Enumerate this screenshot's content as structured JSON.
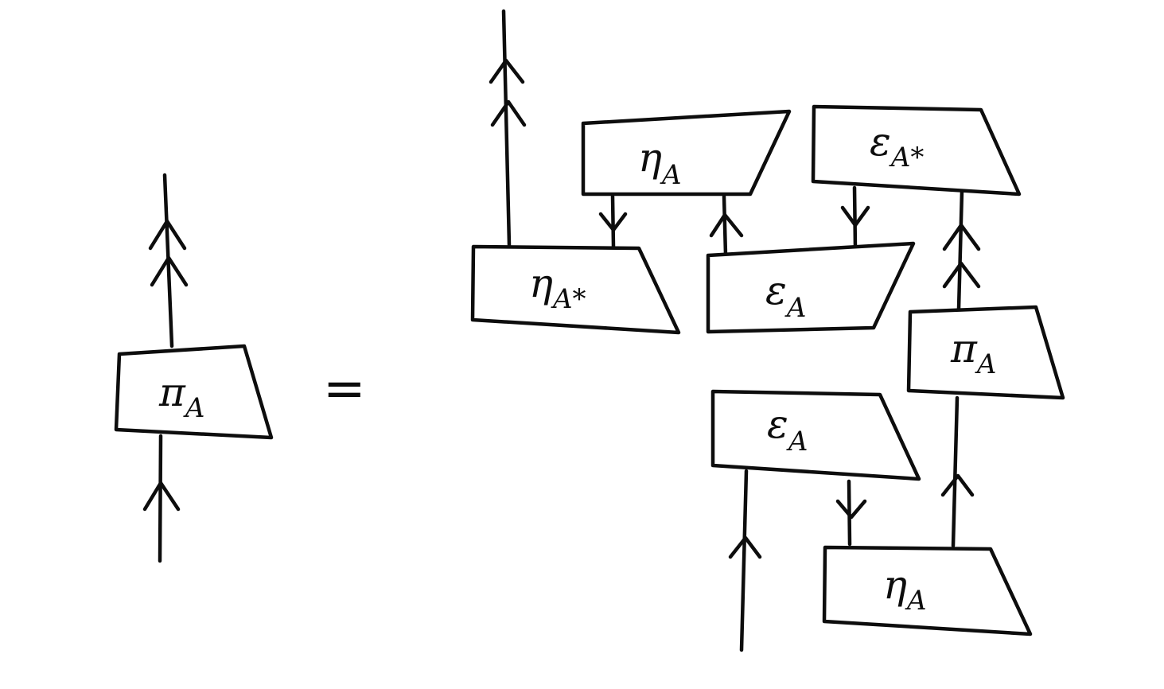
{
  "equals_sign": "=",
  "boxes": {
    "lhs_pi": {
      "symbol": "π",
      "sub": "A"
    },
    "eta_a_top": {
      "symbol": "η",
      "sub": "A"
    },
    "eps_astar": {
      "symbol": "ε",
      "sub": "A*"
    },
    "eta_astar": {
      "symbol": "η",
      "sub": "A*"
    },
    "eps_a_mid": {
      "symbol": "ε",
      "sub": "A"
    },
    "pi_a_right": {
      "symbol": "π",
      "sub": "A"
    },
    "eps_a_low": {
      "symbol": "ε",
      "sub": "A"
    },
    "eta_a_bottom": {
      "symbol": "η",
      "sub": "A"
    }
  }
}
